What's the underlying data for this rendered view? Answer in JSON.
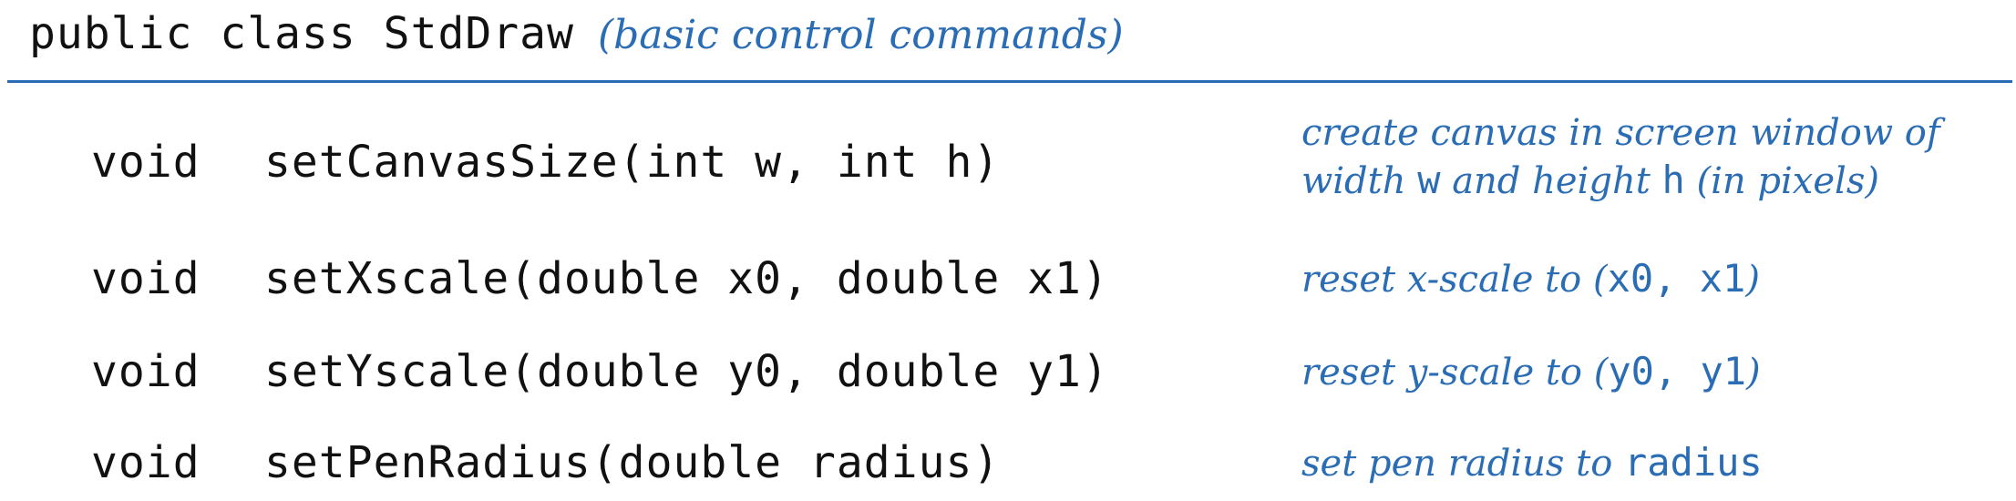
{
  "header": {
    "declaration": "public class StdDraw",
    "description": "(basic control commands)"
  },
  "methods": [
    {
      "return_type": "void",
      "signature": "setCanvasSize(int w, int h)",
      "description": {
        "line1": "create canvas in screen window of",
        "line2_a": "width ",
        "line2_b": "w",
        "line2_c": " and height ",
        "line2_d": "h",
        "line2_e": " (in pixels)"
      }
    },
    {
      "return_type": "void",
      "signature": "setXscale(double x0, double x1)",
      "description": {
        "a": "reset x-scale to (",
        "b": "x0, x1",
        "c": ")"
      }
    },
    {
      "return_type": "void",
      "signature": "setYscale(double y0, double y1)",
      "description": {
        "a": "reset y-scale to (",
        "b": "y0, y1",
        "c": ")"
      }
    },
    {
      "return_type": "void",
      "signature": "setPenRadius(double radius)",
      "description": {
        "a": "set pen radius to ",
        "b": "radius"
      }
    }
  ],
  "colors": {
    "text": "#111111",
    "accent": "#2b6db4"
  }
}
